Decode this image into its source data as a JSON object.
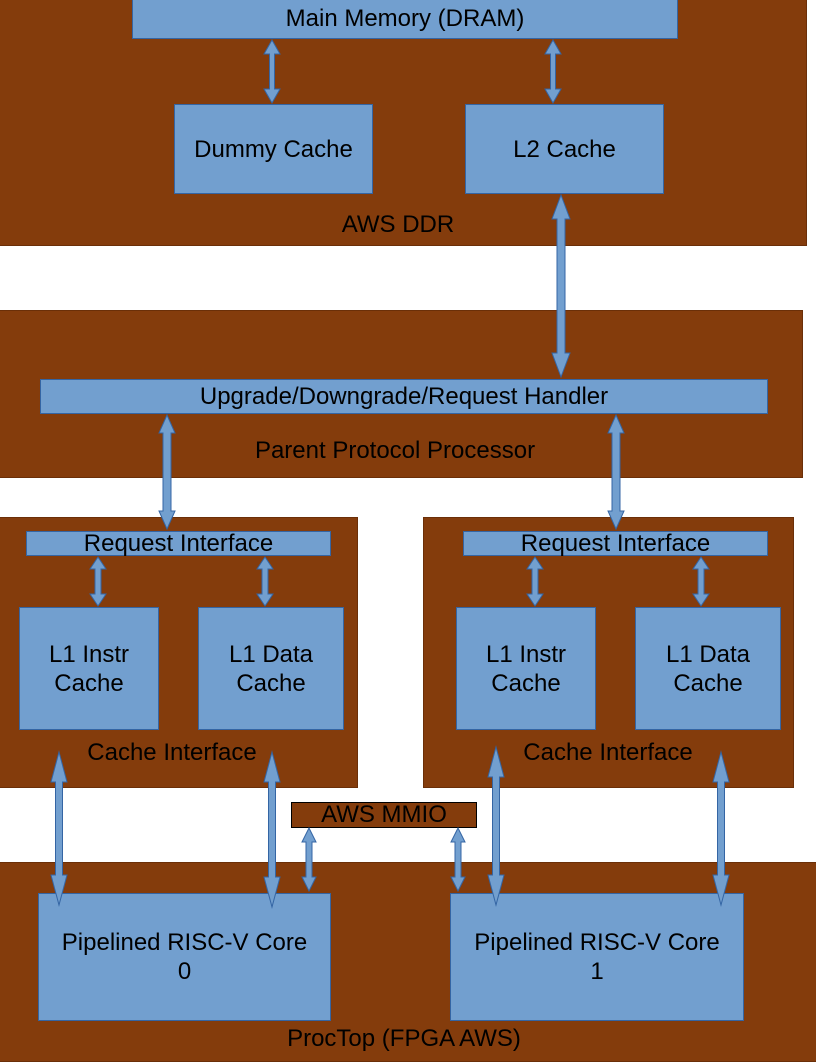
{
  "colors": {
    "region": "#843c0c",
    "box": "#729fcf",
    "box_border": "#3465a4",
    "arrow": "#729fcf"
  },
  "aws_ddr": {
    "label": "AWS DDR",
    "main_memory": "Main Memory (DRAM)",
    "dummy_cache": "Dummy Cache",
    "l2_cache": "L2 Cache"
  },
  "parent_protocol": {
    "label": "Parent Protocol Processor",
    "handler": "Upgrade/Downgrade/Request Handler"
  },
  "cache_interfaces": [
    {
      "label": "Cache Interface",
      "request": "Request Interface",
      "l1_instr": "L1 Instr\nCache",
      "l1_data": "L1 Data\nCache"
    },
    {
      "label": "Cache Interface",
      "request": "Request Interface",
      "l1_instr": "L1 Instr\nCache",
      "l1_data": "L1 Data\nCache"
    }
  ],
  "mmio": "AWS MMIO",
  "proctop": {
    "label": "ProcTop (FPGA AWS)",
    "core0": "Pipelined RISC-V Core\n0",
    "core1": "Pipelined RISC-V Core\n1"
  }
}
